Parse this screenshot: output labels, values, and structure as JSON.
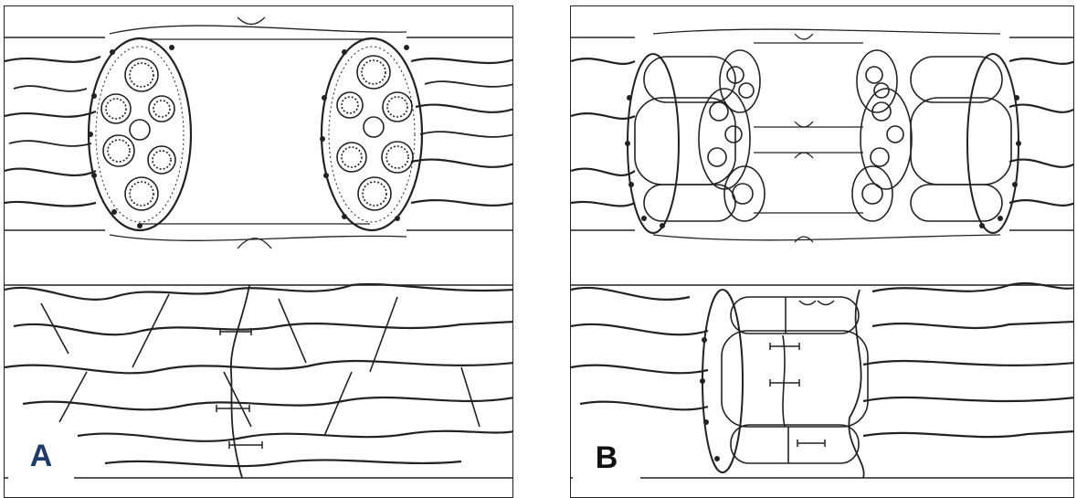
{
  "panels": [
    {
      "label": "A",
      "label_color": "#1f3a6b",
      "illustration": "nerve-repair-epineurial-suture"
    },
    {
      "label": "B",
      "label_color": "#111111",
      "illustration": "nerve-repair-group-fascicular-suture"
    }
  ]
}
